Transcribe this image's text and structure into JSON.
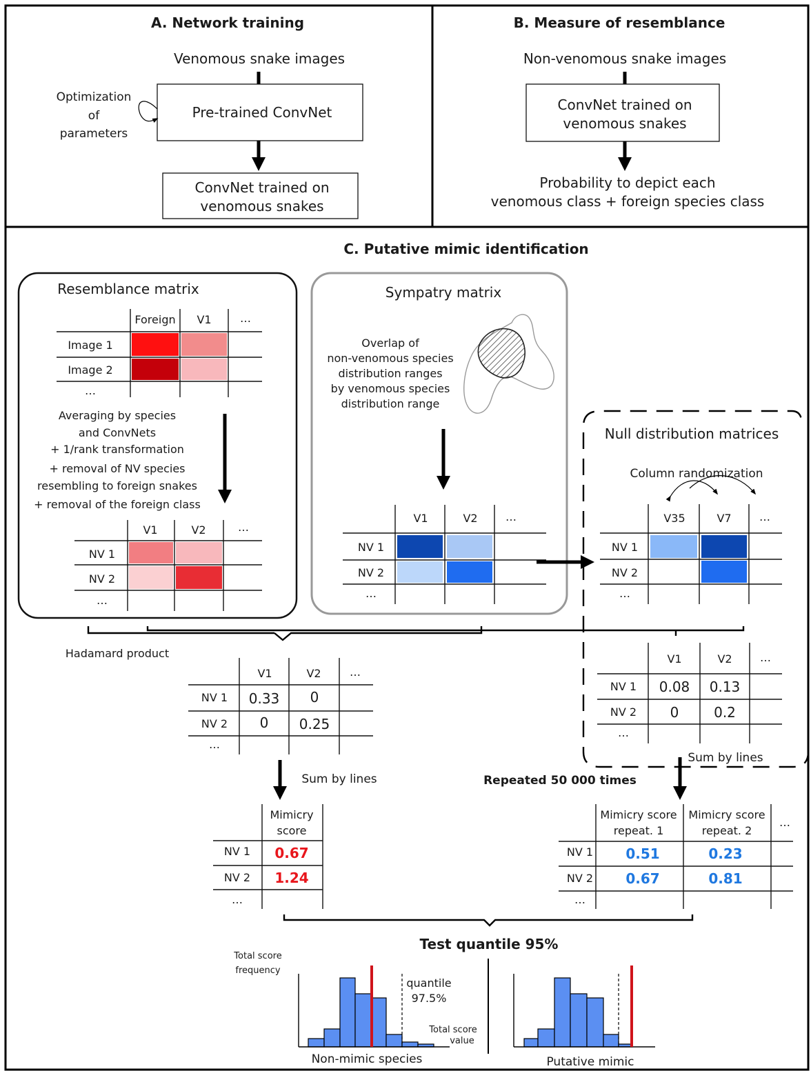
{
  "panels": {
    "a": {
      "title": "A. Network training",
      "input": "Venomous snake images",
      "box1": "Pre-trained ConvNet",
      "loop_label": [
        "Optimization",
        "of",
        "parameters"
      ],
      "box2": [
        "ConvNet trained on",
        "venomous snakes"
      ]
    },
    "b": {
      "title": "B. Measure of resemblance",
      "input": "Non-venomous snake images",
      "box1": [
        "ConvNet trained on",
        "venomous snakes"
      ],
      "output": [
        "Probability to depict each",
        "venomous class + foreign species class"
      ]
    },
    "c": {
      "title": "C. Putative mimic identification",
      "resemblance": {
        "title": "Resemblance matrix",
        "cols1": [
          "Foreign",
          "V1",
          "…"
        ],
        "rows1": [
          "Image 1",
          "Image 2",
          "…"
        ],
        "steps": [
          "Averaging by species",
          "and ConvNets",
          "+ 1/rank transformation",
          "+ removal of NV species",
          "resembling to foreign snakes",
          "+ removal of the foreign class"
        ],
        "cols2": [
          "V1",
          "V2",
          "…"
        ],
        "rows2": [
          "NV 1",
          "NV 2",
          "…"
        ]
      },
      "sympatry": {
        "title": "Sympatry matrix",
        "desc": [
          "Overlap of",
          "non-venomous species",
          "distribution ranges",
          "by venomous species",
          "distribution range"
        ],
        "cols": [
          "V1",
          "V2",
          "…"
        ],
        "rows": [
          "NV 1",
          "NV 2",
          "…"
        ]
      },
      "null": {
        "title": "Null distribution matrices",
        "randomization": "Column randomization",
        "cols": [
          "V35",
          "V7",
          "…"
        ],
        "rows": [
          "NV 1",
          "NV 2",
          "…"
        ],
        "cols2": [
          "V1",
          "V2",
          "…"
        ],
        "rows2": [
          "NV 1",
          "NV 2",
          "…"
        ],
        "values": [
          [
            "0.08",
            "0.13"
          ],
          [
            "0",
            "0.2"
          ]
        ],
        "sum_label": "Sum by lines"
      },
      "hadamard": {
        "label": "Hadamard product",
        "cols": [
          "V1",
          "V2",
          "…"
        ],
        "rows": [
          "NV 1",
          "NV 2",
          "…"
        ],
        "values": [
          [
            "0.33",
            "0"
          ],
          [
            "0",
            "0.25"
          ]
        ],
        "sum_label": "Sum by lines"
      },
      "repeated": "Repeated 50 000 times",
      "score": {
        "header": [
          "Mimicry",
          "score"
        ],
        "rows": [
          "NV 1",
          "NV 2",
          "…"
        ],
        "values": [
          "0.67",
          "1.24"
        ],
        "color": "#e8161c"
      },
      "null_score": {
        "headers": [
          [
            "Mimicry score",
            "repeat. 1"
          ],
          [
            "Mimicry score",
            "repeat. 2"
          ]
        ],
        "more": "…",
        "rows": [
          "NV 1",
          "NV 2",
          "…"
        ],
        "values": [
          [
            "0.51",
            "0.23"
          ],
          [
            "0.67",
            "0.81"
          ]
        ],
        "color": "#1f78e0"
      },
      "test": {
        "title": "Test quantile 95%",
        "ylabel": [
          "Total score",
          "frequency"
        ],
        "xlabel": [
          "Total score",
          "value"
        ],
        "quantile_label": [
          "quantile",
          "97.5%"
        ],
        "left_caption": "Non-mimic species",
        "right_caption": "Putative mimic",
        "bar_color": "#5b8ff2",
        "line_color": "#d0141b"
      }
    }
  },
  "colors": {
    "reds": [
      "#ff1010",
      "#f28c8c",
      "#c4000a",
      "#f8b8bc",
      "#f27e82",
      "#f8c4c6",
      "#fbd0d2",
      "#e82d34"
    ],
    "blues": [
      "#0d47b0",
      "#a9c8f5",
      "#bcd7fa",
      "#1f6cf0",
      "#8ab8f8"
    ]
  }
}
